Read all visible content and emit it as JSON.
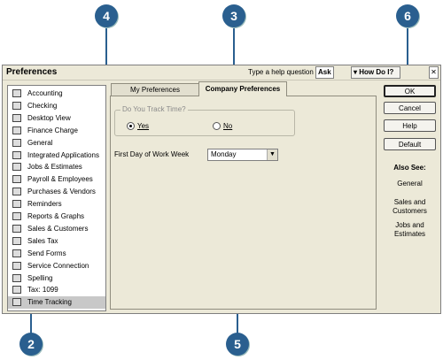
{
  "window": {
    "title": "Preferences"
  },
  "help": {
    "prompt": "Type a help question",
    "ask_label": "Ask",
    "how_do_i_label": "How Do I?",
    "close_label": "✕"
  },
  "sidebar": {
    "items": [
      {
        "label": "Accounting"
      },
      {
        "label": "Checking"
      },
      {
        "label": "Desktop View"
      },
      {
        "label": "Finance Charge"
      },
      {
        "label": "General"
      },
      {
        "label": "Integrated Applications"
      },
      {
        "label": "Jobs & Estimates"
      },
      {
        "label": "Payroll & Employees"
      },
      {
        "label": "Purchases & Vendors"
      },
      {
        "label": "Reminders"
      },
      {
        "label": "Reports & Graphs"
      },
      {
        "label": "Sales & Customers"
      },
      {
        "label": "Sales Tax"
      },
      {
        "label": "Send Forms"
      },
      {
        "label": "Service Connection"
      },
      {
        "label": "Spelling"
      },
      {
        "label": "Tax: 1099"
      },
      {
        "label": "Time Tracking",
        "selected": true
      }
    ]
  },
  "tabs": {
    "my_preferences": "My Preferences",
    "company_preferences": "Company Preferences"
  },
  "track_time": {
    "legend": "Do You Track Time?",
    "yes": "Yes",
    "no": "No",
    "selected": "Yes"
  },
  "work_week": {
    "label": "First Day of Work Week",
    "value": "Monday"
  },
  "buttons": {
    "ok": "OK",
    "cancel": "Cancel",
    "help": "Help",
    "default": "Default"
  },
  "also_see": {
    "heading": "Also See:",
    "links": [
      "General",
      "Sales and\nCustomers",
      "Jobs and\nEstimates"
    ]
  },
  "callouts": {
    "c2": "2",
    "c3": "3",
    "c4": "4",
    "c5": "5",
    "c6": "6"
  },
  "colors": {
    "callout": "#2a5f8f",
    "window_bg": "#ece9d8",
    "selected_row": "#c8c8c8"
  }
}
